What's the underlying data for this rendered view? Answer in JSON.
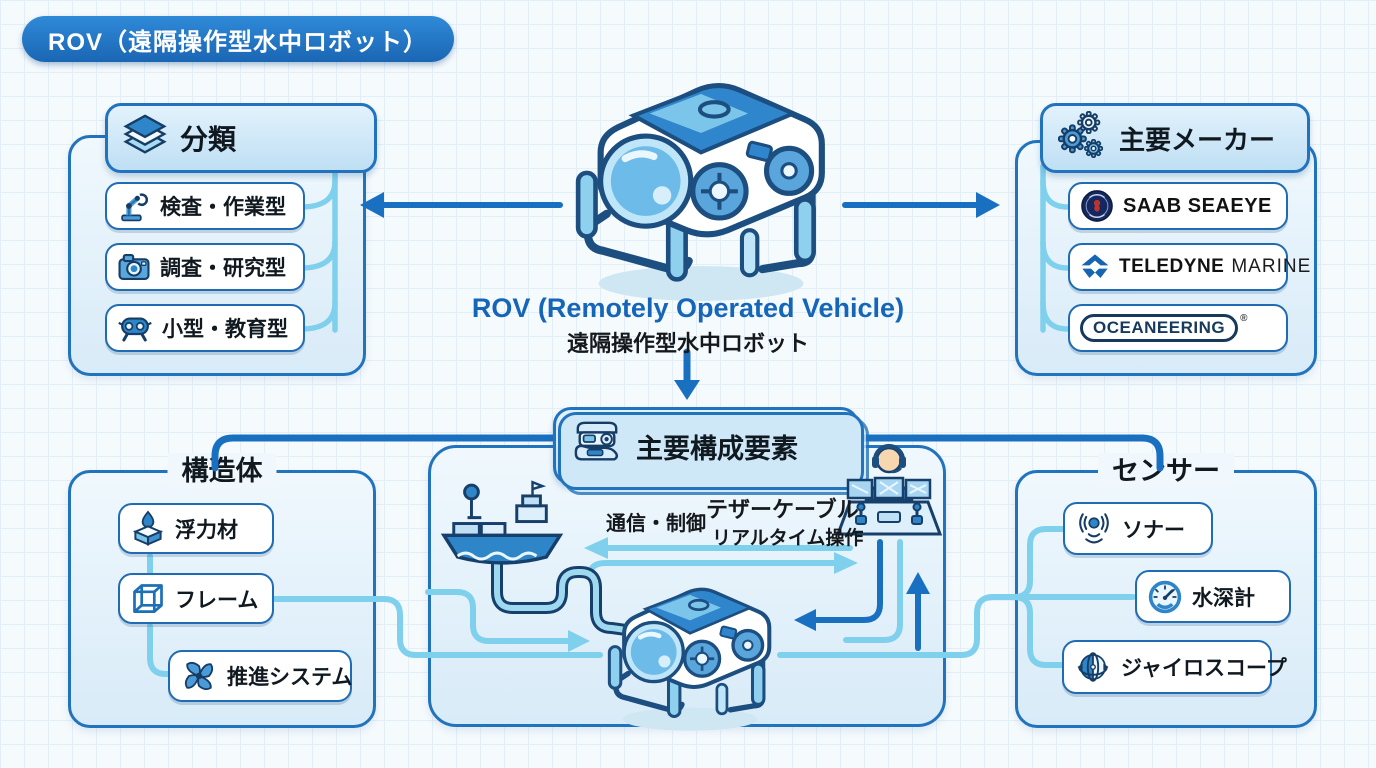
{
  "badge": {
    "label": "ROV（遠隔操作型水中ロボット）"
  },
  "center": {
    "title": "ROV (Remotely Operated Vehicle)",
    "subtitle": "遠隔操作型水中ロボット"
  },
  "classification": {
    "title": "分類",
    "icon": "layers-icon",
    "items": [
      {
        "label": "検査・作業型",
        "icon": "robot-arm-icon"
      },
      {
        "label": "調査・研究型",
        "icon": "camera-icon"
      },
      {
        "label": "小型・教育型",
        "icon": "mini-rov-icon"
      }
    ]
  },
  "manufacturers": {
    "title": "主要メーカー",
    "icon": "gears-icon",
    "items": [
      {
        "label": "SAAB SEAEYE",
        "icon": "saab-seaeye-logo"
      },
      {
        "label_bold": "TELEDYNE",
        "label_regular": "MARINE",
        "icon": "teledyne-logo"
      },
      {
        "label": "OCEANEERING",
        "registered_mark": "®",
        "icon": "oceaneering-logo"
      }
    ]
  },
  "components": {
    "title": "主要構成要素",
    "icon": "mini-rov-icon",
    "labels": {
      "communication": "通信・制御",
      "tether": "テザーケーブル",
      "realtime": "リアルタイム操作"
    }
  },
  "structure": {
    "title": "構造体",
    "items": [
      {
        "label": "浮力材",
        "icon": "buoyancy-icon"
      },
      {
        "label": "フレーム",
        "icon": "frame-icon"
      },
      {
        "label": "推進システム",
        "icon": "propeller-icon"
      }
    ]
  },
  "sensors": {
    "title": "センサー",
    "items": [
      {
        "label": "ソナー",
        "icon": "sonar-icon"
      },
      {
        "label": "水深計",
        "icon": "depth-gauge-icon"
      },
      {
        "label": "ジャイロスコープ",
        "icon": "gyroscope-icon"
      }
    ]
  },
  "colors": {
    "accent_dark": "#1a70c0",
    "accent": "#2e86c9",
    "cable_light": "#7fd0ec",
    "panel_fill": "#d8ebf8",
    "header_fill": "#bfdff4",
    "background": "#f5fafd",
    "rov_title_blue": "#1565b8",
    "teledyne_blue": "#1565b0",
    "oceaneering_navy": "#16395c",
    "saab_navy": "#14275e",
    "outline_navy": "#1c4e80"
  }
}
